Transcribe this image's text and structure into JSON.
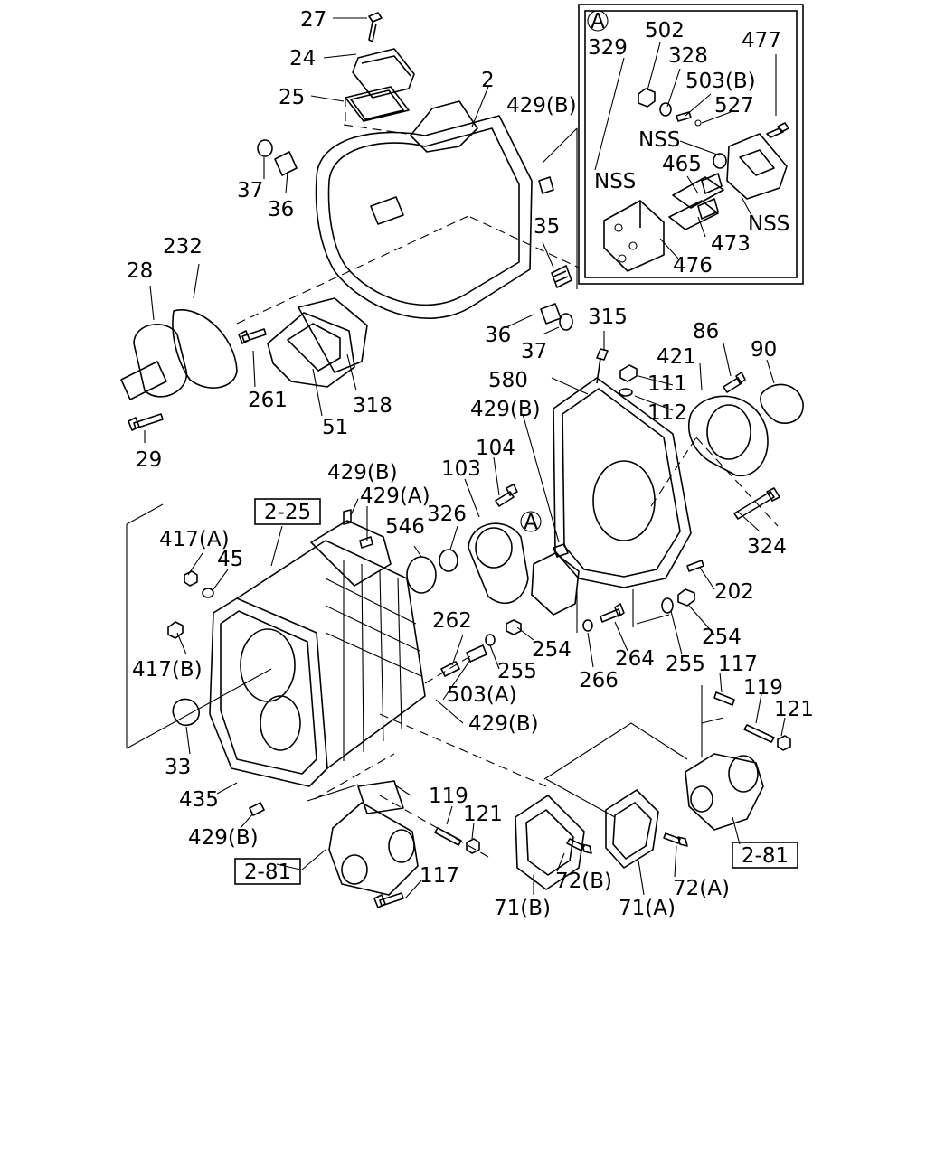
{
  "callouts": {
    "c27": "27",
    "c24": "24",
    "c25": "25",
    "c2": "2",
    "c429b_top": "429(B)",
    "c37_top": "37",
    "c36_top": "36",
    "c35": "35",
    "c232": "232",
    "c28": "28",
    "c36_mid": "36",
    "c37_mid": "37",
    "c261": "261",
    "c318": "318",
    "c51": "51",
    "c29": "29",
    "c315": "315",
    "c86": "86",
    "c90": "90",
    "c421": "421",
    "c580": "580",
    "c111": "111",
    "c112": "112",
    "c429b_mid": "429(B)",
    "c104": "104",
    "c103": "103",
    "c429b_left": "429(B)",
    "c429a": "429(A)",
    "c546": "546",
    "c326": "326",
    "c417a": "417(A)",
    "c45": "45",
    "c324": "324",
    "c202": "202",
    "c262": "262",
    "c254_left": "254",
    "c254_right": "254",
    "c264": "264",
    "c266": "266",
    "c255_left": "255",
    "c255_right": "255",
    "c417b": "417(B)",
    "c503a": "503(A)",
    "c429b_low": "429(B)",
    "c117_right": "117",
    "c119_right": "119",
    "c121_right": "121",
    "c33": "33",
    "c435": "435",
    "c429b_bottom": "429(B)",
    "c119_low": "119",
    "c121_low": "121",
    "c117_low": "117",
    "c72b": "72(B)",
    "c72a": "72(A)",
    "c71b": "71(B)",
    "c71a": "71(A)"
  },
  "inset": {
    "marker": "A",
    "c329": "329",
    "c502": "502",
    "c328": "328",
    "c503b": "503(B)",
    "c527": "527",
    "c477": "477",
    "nss1": "NSS",
    "nss2": "NSS",
    "nss3": "NSS",
    "c465": "465",
    "c473": "473",
    "c476": "476"
  },
  "marker_a_main": "A",
  "refs": {
    "ref_2_25": "2-25",
    "ref_2_81_left": "2-81",
    "ref_2_81_right": "2-81"
  }
}
